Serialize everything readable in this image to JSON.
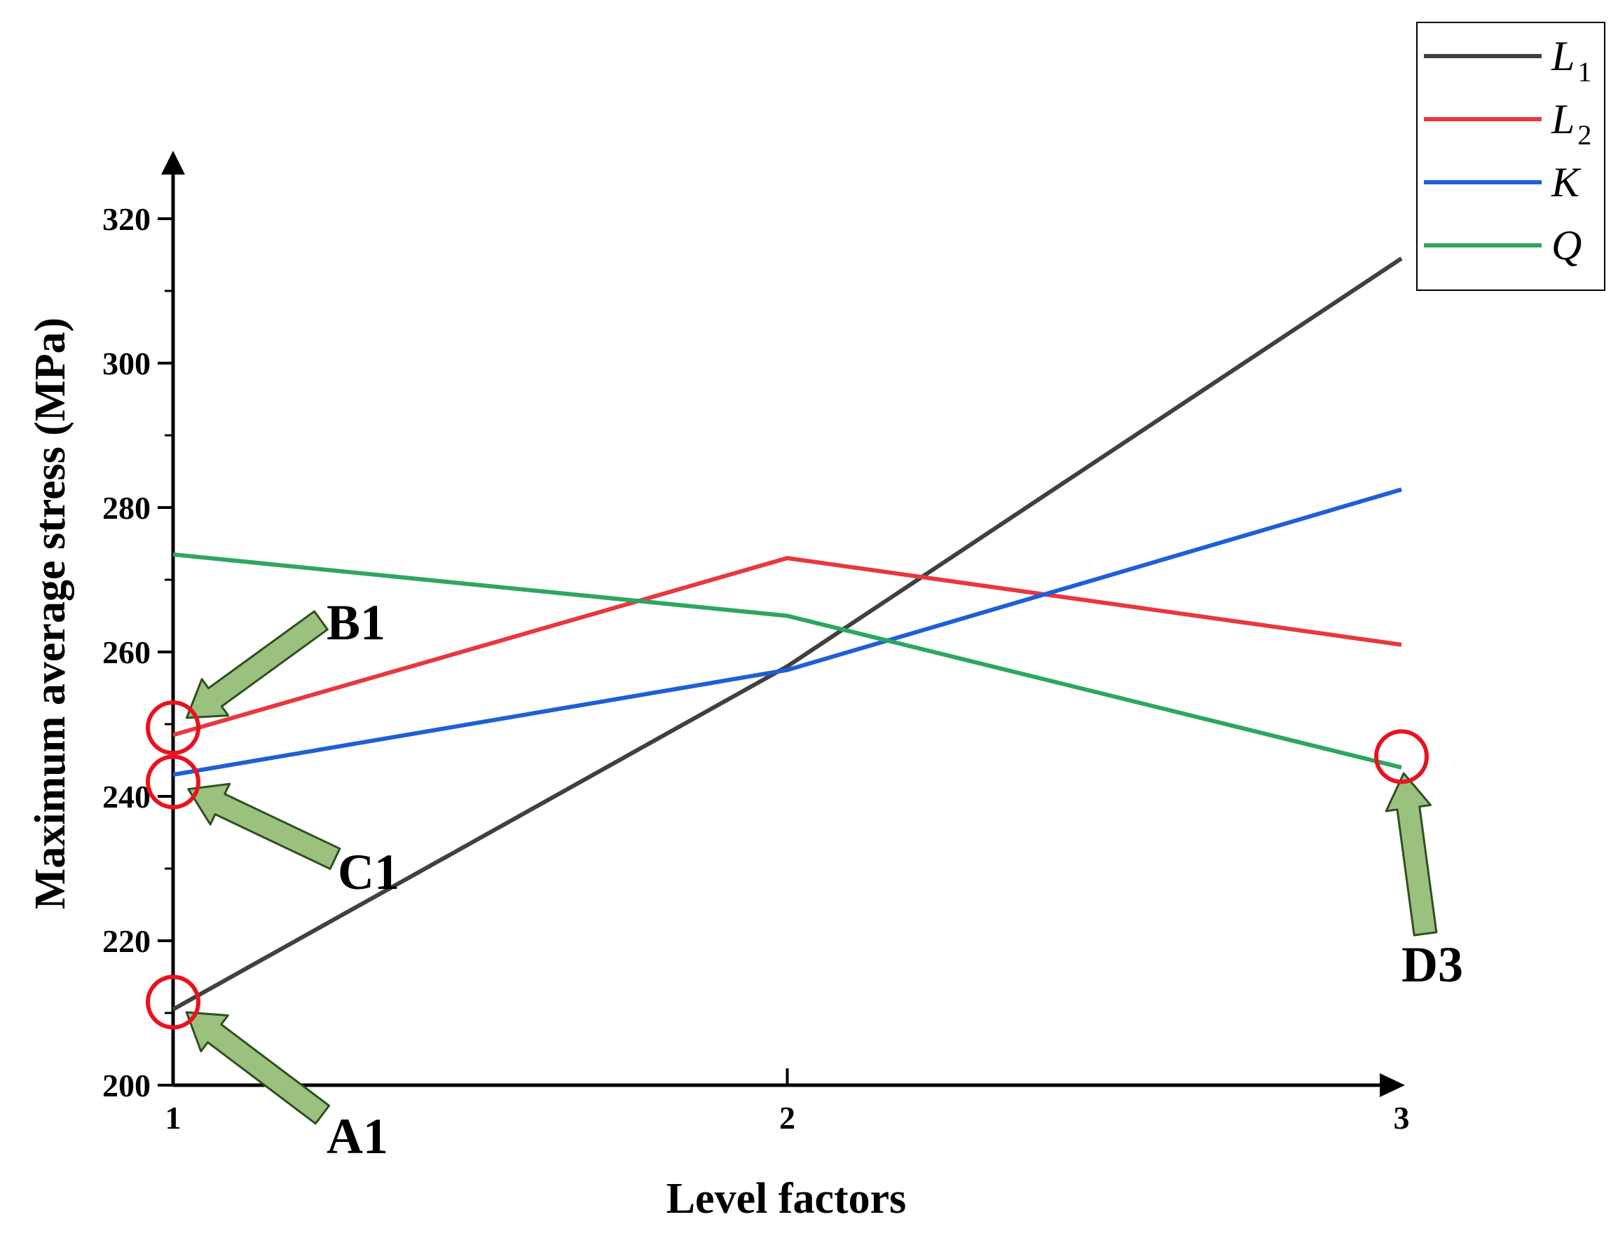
{
  "chart_data": {
    "type": "line",
    "x": [
      1,
      2,
      3
    ],
    "xticks": [
      "1",
      "2",
      "3"
    ],
    "yticks": [
      "200",
      "220",
      "240",
      "260",
      "280",
      "300",
      "320"
    ],
    "ylim": [
      200,
      325
    ],
    "xlabel": "Level factors",
    "ylabel": "Maximum average stress (MPa)",
    "grid": false,
    "legend_position": "top-right",
    "series": [
      {
        "name": "L",
        "sub": "1",
        "color": "#404040",
        "values": [
          210.5,
          258,
          314.5
        ]
      },
      {
        "name": "L",
        "sub": "2",
        "color": "#e8383d",
        "values": [
          248.5,
          273,
          261
        ]
      },
      {
        "name": "K",
        "sub": "",
        "color": "#1f5fd6",
        "values": [
          243,
          257.5,
          282.5
        ]
      },
      {
        "name": "Q",
        "sub": "",
        "color": "#2ea660",
        "values": [
          273.5,
          265,
          244
        ]
      }
    ],
    "annotations": [
      {
        "label": "A1",
        "x": 1,
        "y": 211.5
      },
      {
        "label": "B1",
        "x": 1,
        "y": 249.5
      },
      {
        "label": "C1",
        "x": 1,
        "y": 242
      },
      {
        "label": "D3",
        "x": 3,
        "y": 245.5
      }
    ],
    "marker_color": "#e8131e",
    "arrow_color": "#9bc17e"
  }
}
